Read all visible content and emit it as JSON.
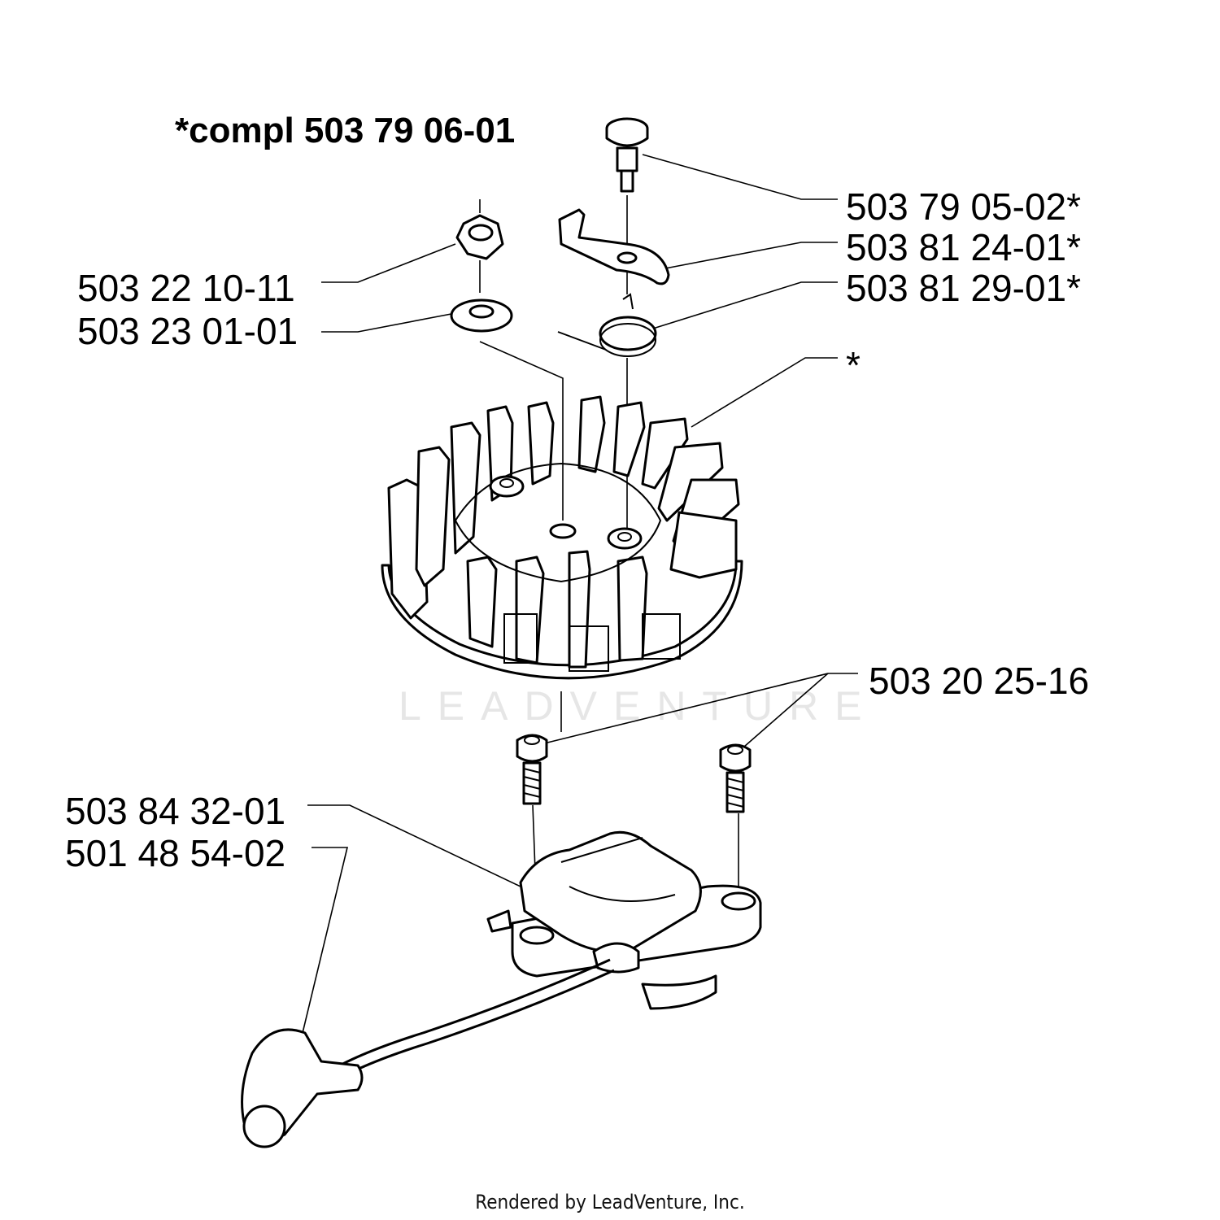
{
  "title": "*compl 503 79 06-01",
  "watermark": "LEADVENTURE",
  "footer": "Rendered by LeadVenture, Inc.",
  "labels": {
    "pin": "503 79 05-02*",
    "pawl": "503 81 24-01*",
    "spring": "503 81 29-01*",
    "flywheel": "*",
    "nut": "503 22 10-11",
    "washer": "503 23 01-01",
    "screws": "503 20 25-16",
    "ignition_module": "503 84 32-01",
    "spark_plug_cap": "501 48 54-02"
  }
}
